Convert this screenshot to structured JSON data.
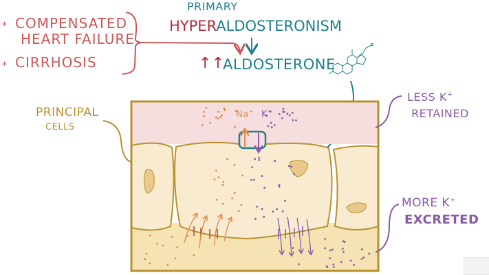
{
  "causes": {
    "bullet": "*",
    "items": [
      "COMPENSATED",
      "HEART FAILURE",
      "CIRRHOSIS"
    ]
  },
  "title": {
    "primary": "PRIMARY",
    "hyper": "HYPER",
    "aldosteronism": "ALDOSTERONISM"
  },
  "aldosterone": {
    "arrows": "↑↑",
    "label": "ALDOSTERONE"
  },
  "cells_label": {
    "line1": "PRINCIPAL",
    "line2": "CELLS"
  },
  "ions": {
    "na": "Na",
    "k": "K",
    "charge": "+"
  },
  "less_k": {
    "line1": "LESS K",
    "line2": "RETAINED"
  },
  "more_k": {
    "line1": "MORE K",
    "line2": "EXCRETED"
  },
  "colors": {
    "red": "#cf5656",
    "teal": "#1e7f8e",
    "dark_red": "#b3283c",
    "gold": "#b8912f",
    "purple": "#8a5aa8",
    "orange": "#e0894a",
    "lumen": "#f7dede",
    "cell": "#f8ebcf",
    "interstitium": "#f5e3b3"
  },
  "icons": [
    "steroid-molecule-icon",
    "channel-icon",
    "watermark-logo-icon"
  ]
}
